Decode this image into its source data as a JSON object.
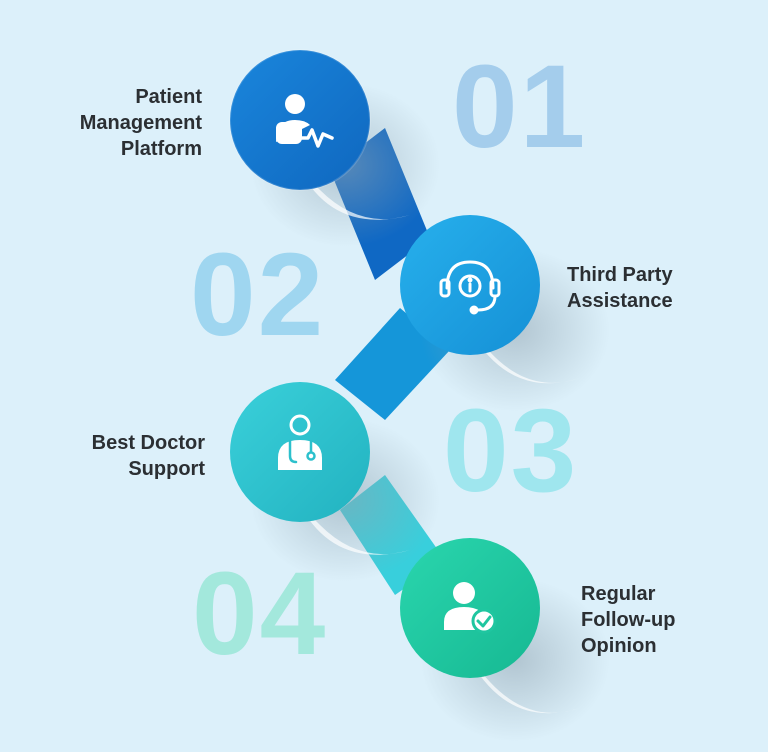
{
  "colors": {
    "background": "#dcf0fa",
    "step1": "#1274cc",
    "step2": "#1a9fe2",
    "step3": "#2cc0cc",
    "step4": "#1fc6a0",
    "label": "#2b2f33"
  },
  "steps": [
    {
      "number": "01",
      "label_lines": [
        "Patient",
        "Management",
        "Platform"
      ],
      "icon": "patient-monitor-icon",
      "number_color": "#a4cdec"
    },
    {
      "number": "02",
      "label_lines": [
        "Third Party",
        "Assistance"
      ],
      "icon": "headset-info-icon",
      "number_color": "#9fd6f0"
    },
    {
      "number": "03",
      "label_lines": [
        "Best Doctor",
        "Support"
      ],
      "icon": "doctor-stethoscope-icon",
      "number_color": "#9fe6ee"
    },
    {
      "number": "04",
      "label_lines": [
        "Regular",
        "Follow-up",
        "Opinion"
      ],
      "icon": "user-check-icon",
      "number_color": "#a3e8dc"
    }
  ]
}
